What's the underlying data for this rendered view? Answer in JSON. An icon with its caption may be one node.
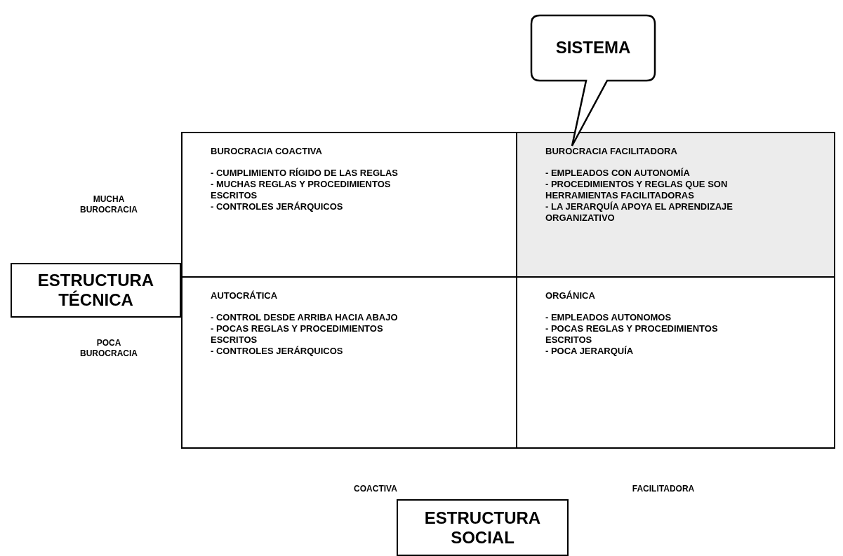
{
  "diagram": {
    "nodes": [
      {
        "text": [
          "SISTEMA"
        ]
      },
      {
        "text": [
          "BUROCRACIA COACTIVA",
          "- CUMPLIMIENTO RÍGIDO DE LAS REGLAS",
          "- MUCHAS REGLAS Y PROCEDIMIENTOS ESCRITOS",
          "- CONTROLES JERÁRQUICOS"
        ]
      },
      {
        "text": [
          "BUROCRACIA FACILITADORA",
          "- EMPLEADOS CON AUTONOMÍA",
          "- PROCEDIMIENTOS Y REGLAS QUE SON HERRAMIENTAS FACILITADORAS",
          "- LA JERARQUÍA APOYA EL APRENDIZAJE ORGANIZATIVO"
        ]
      },
      {
        "text": [
          "ESTRUCTURA TÉCNICA"
        ]
      },
      {
        "text": [
          "AUTOCRÁTICA",
          "- CONTROL DESDE ARRIBA HACIA ABAJO",
          "- POCAS REGLAS Y PROCEDIMIENTOS ESCRITOS",
          "- CONTROLES JERÁRQUICOS"
        ]
      },
      {
        "text": [
          "ORGÁNICA",
          "- EMPLEADOS AUTONOMOS",
          "- POCAS REGLAS Y PROCEDIMIENTOS ESCRITOS",
          "- POCA JERARQUÍA"
        ]
      },
      {
        "text": [
          "ESTRUCTURA SOCIAL"
        ]
      }
    ],
    "edges": [],
    "labels": [
      "MUCHA BUROCRACIA",
      "POCA BUROCRACIA",
      "COACTIVA",
      "FACILITADORA"
    ]
  }
}
